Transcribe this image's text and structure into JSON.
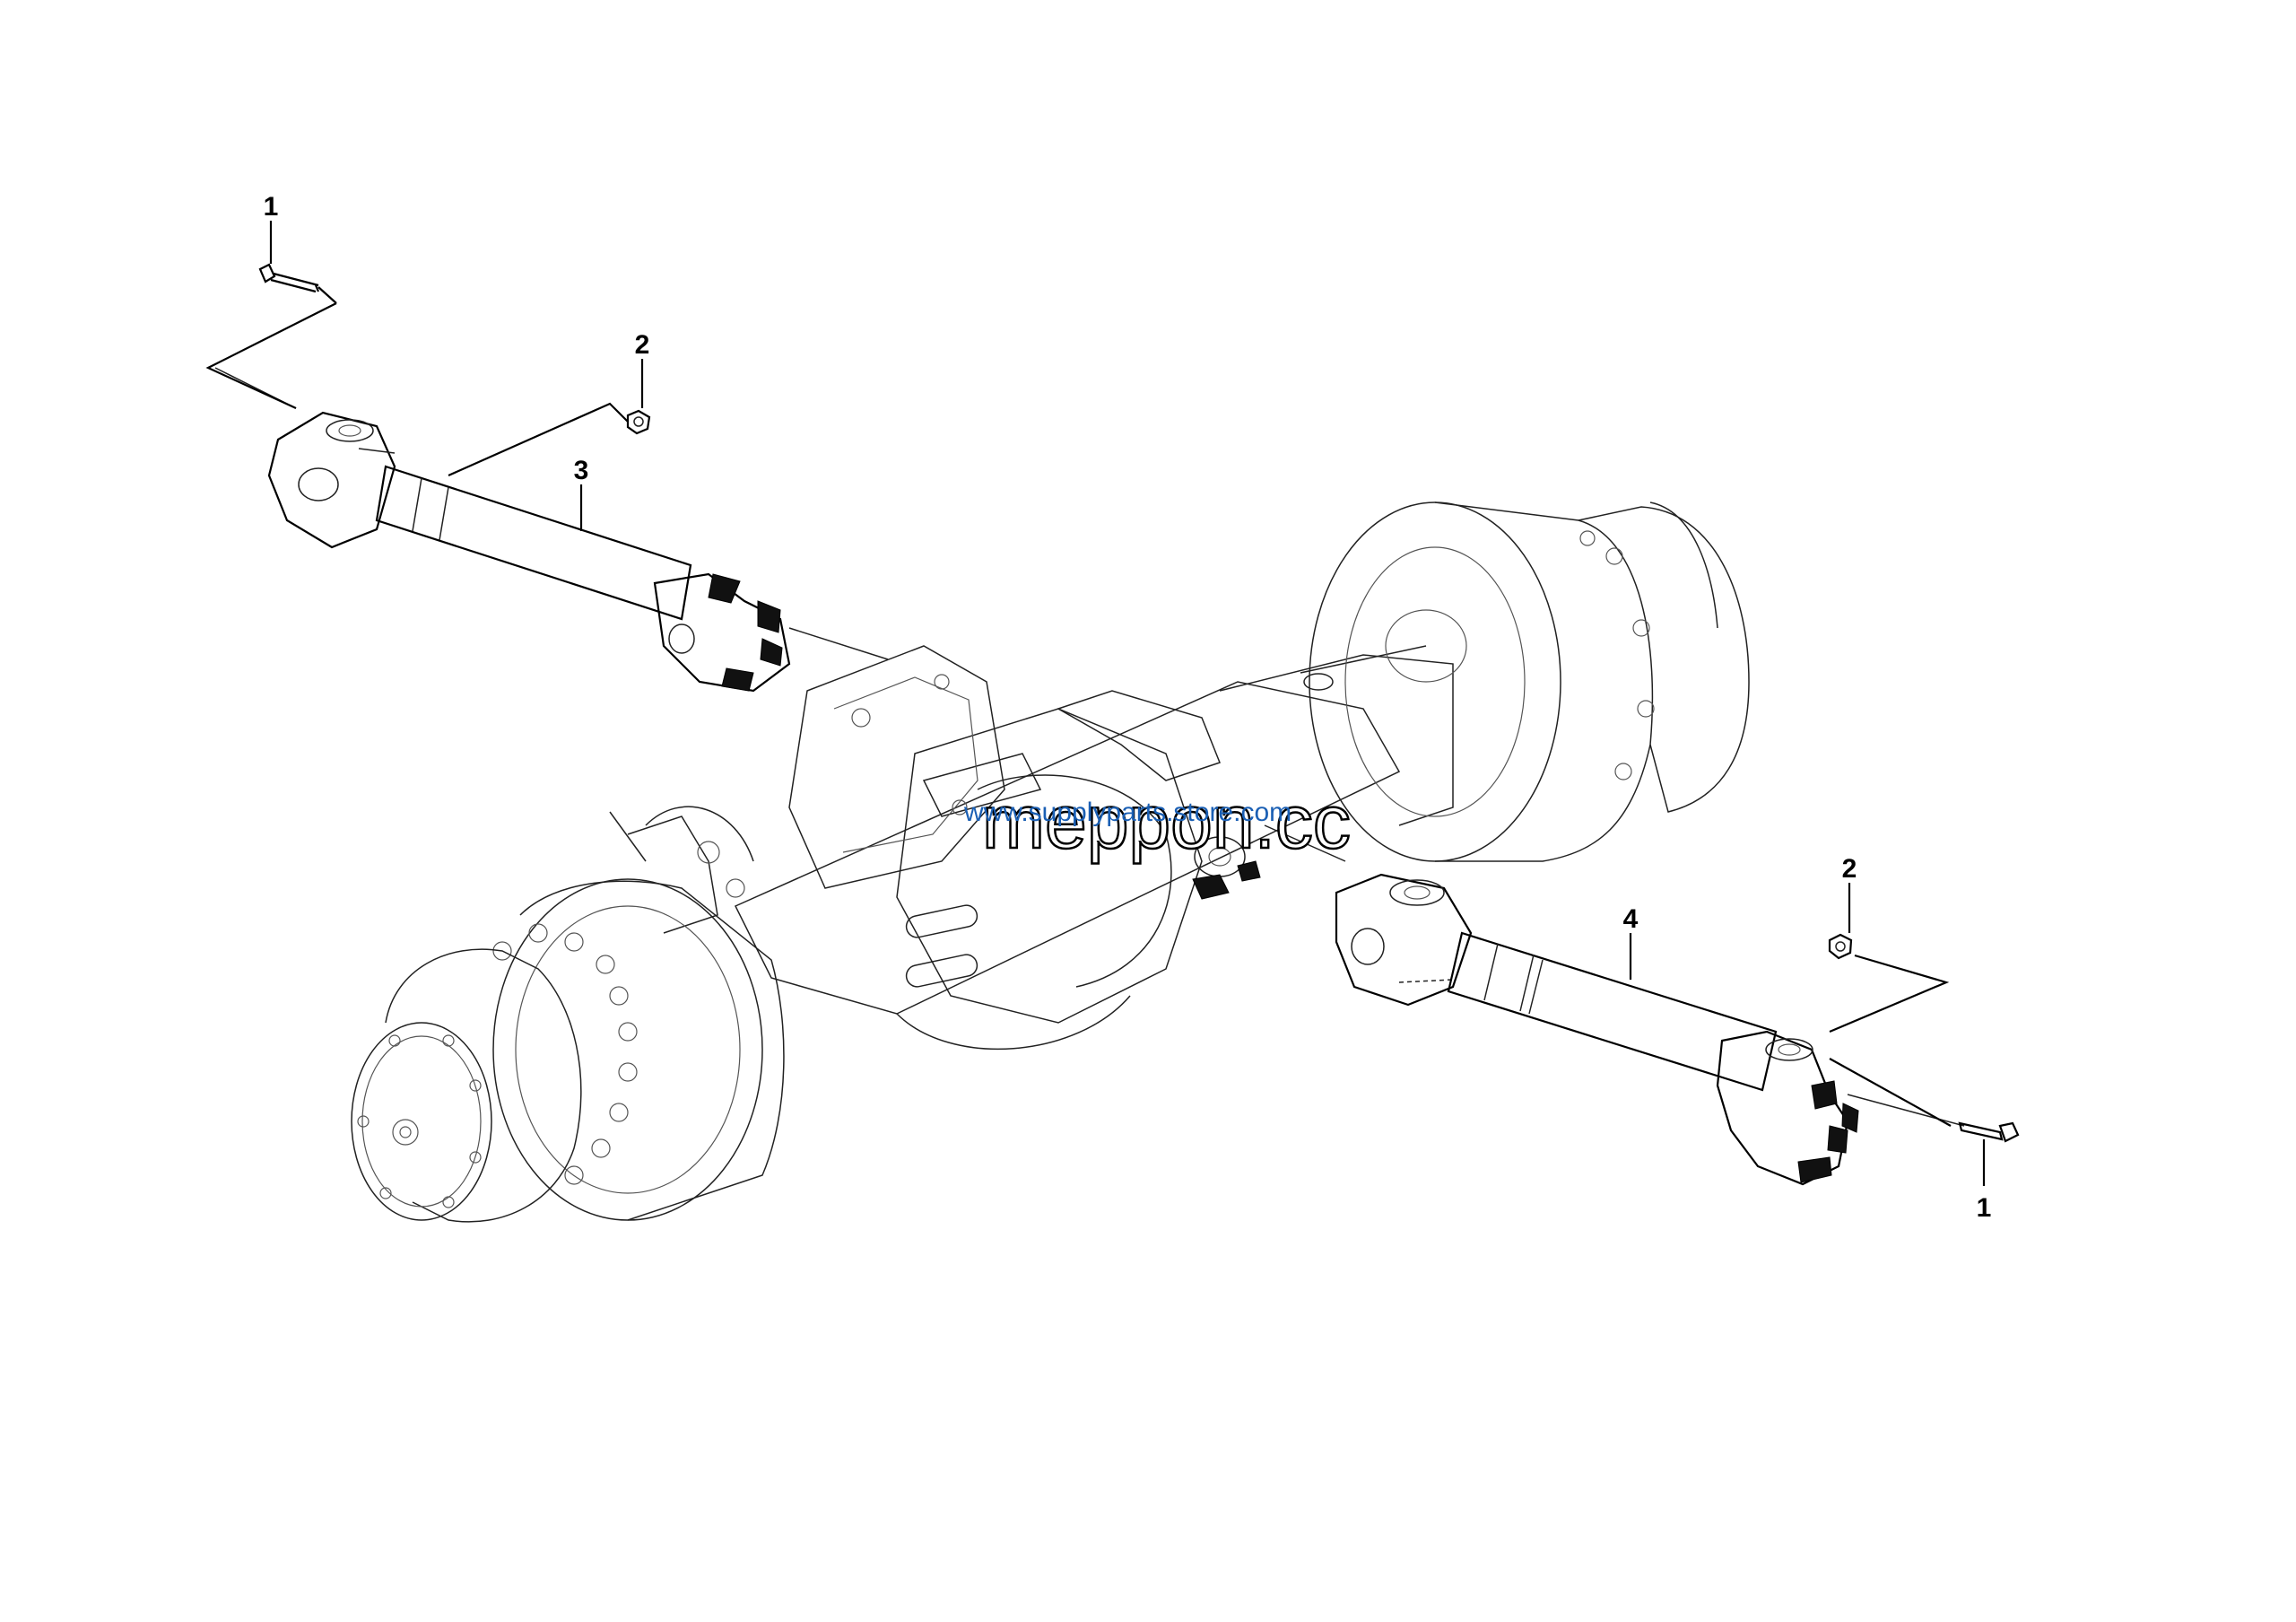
{
  "callouts": [
    {
      "id": "c1a",
      "label": "1"
    },
    {
      "id": "c2a",
      "label": "2"
    },
    {
      "id": "c3",
      "label": "3"
    },
    {
      "id": "c2b",
      "label": "2"
    },
    {
      "id": "c4",
      "label": "4"
    },
    {
      "id": "c1b",
      "label": "1"
    }
  ],
  "watermark": {
    "url": "www.supplyparts.store.com",
    "brand": "meppon.cc"
  },
  "colors": {
    "line": "#000000",
    "watermark_url": "#1a5fb4",
    "background": "#ffffff"
  }
}
